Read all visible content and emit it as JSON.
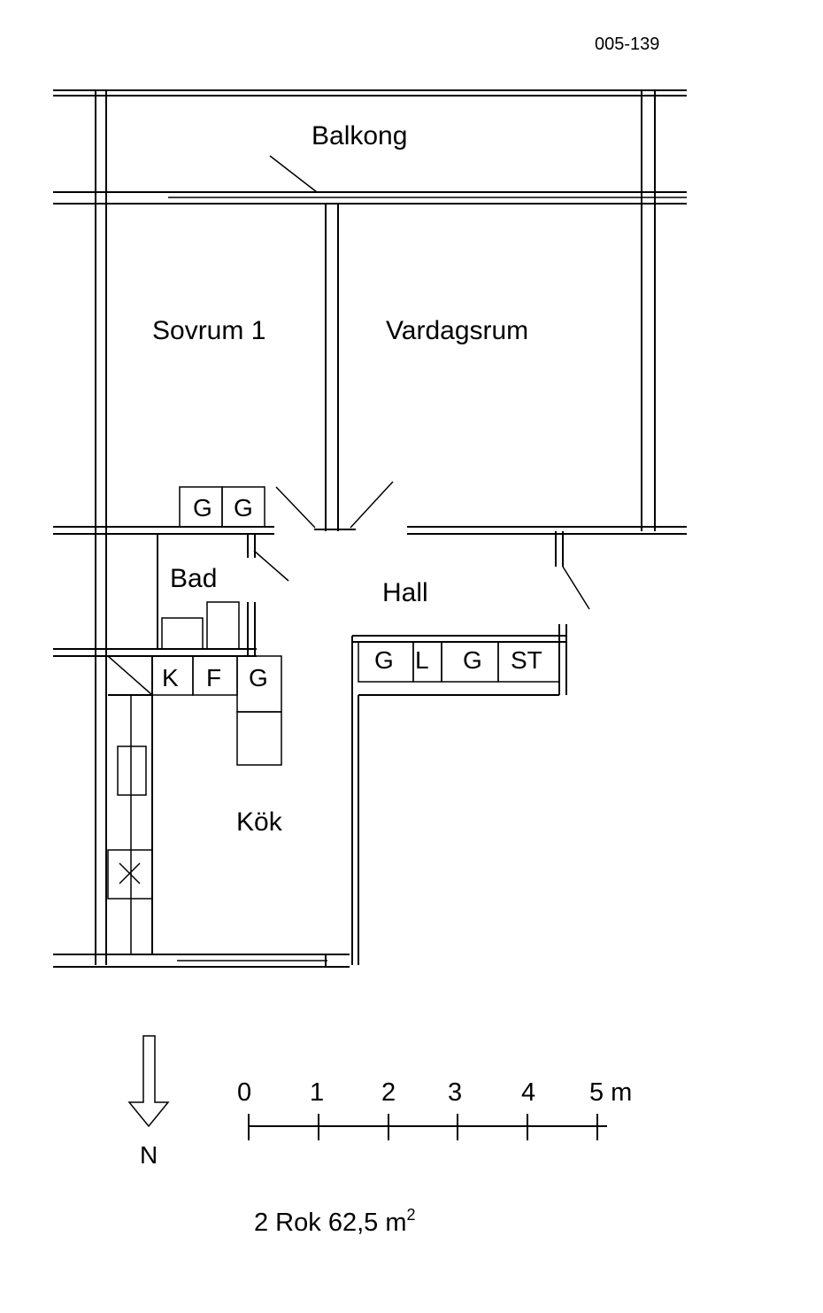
{
  "drawing_id": "005-139",
  "rooms": {
    "balkong": "Balkong",
    "sovrum": "Sovrum 1",
    "vardagsrum": "Vardagsrum",
    "bad": "Bad",
    "hall": "Hall",
    "kok": "Kök"
  },
  "fixtures": {
    "bedroom_wardrobes": [
      "G",
      "G"
    ],
    "kitchen_units": [
      "K",
      "F",
      "G"
    ],
    "hall_units": [
      "G",
      "L",
      "G",
      "ST"
    ]
  },
  "north_label": "N",
  "scale": {
    "ticks": [
      "0",
      "1",
      "2",
      "3",
      "4",
      "5 m"
    ]
  },
  "summary": {
    "text": "2 Rok 62,5 m",
    "superscript": "2"
  }
}
